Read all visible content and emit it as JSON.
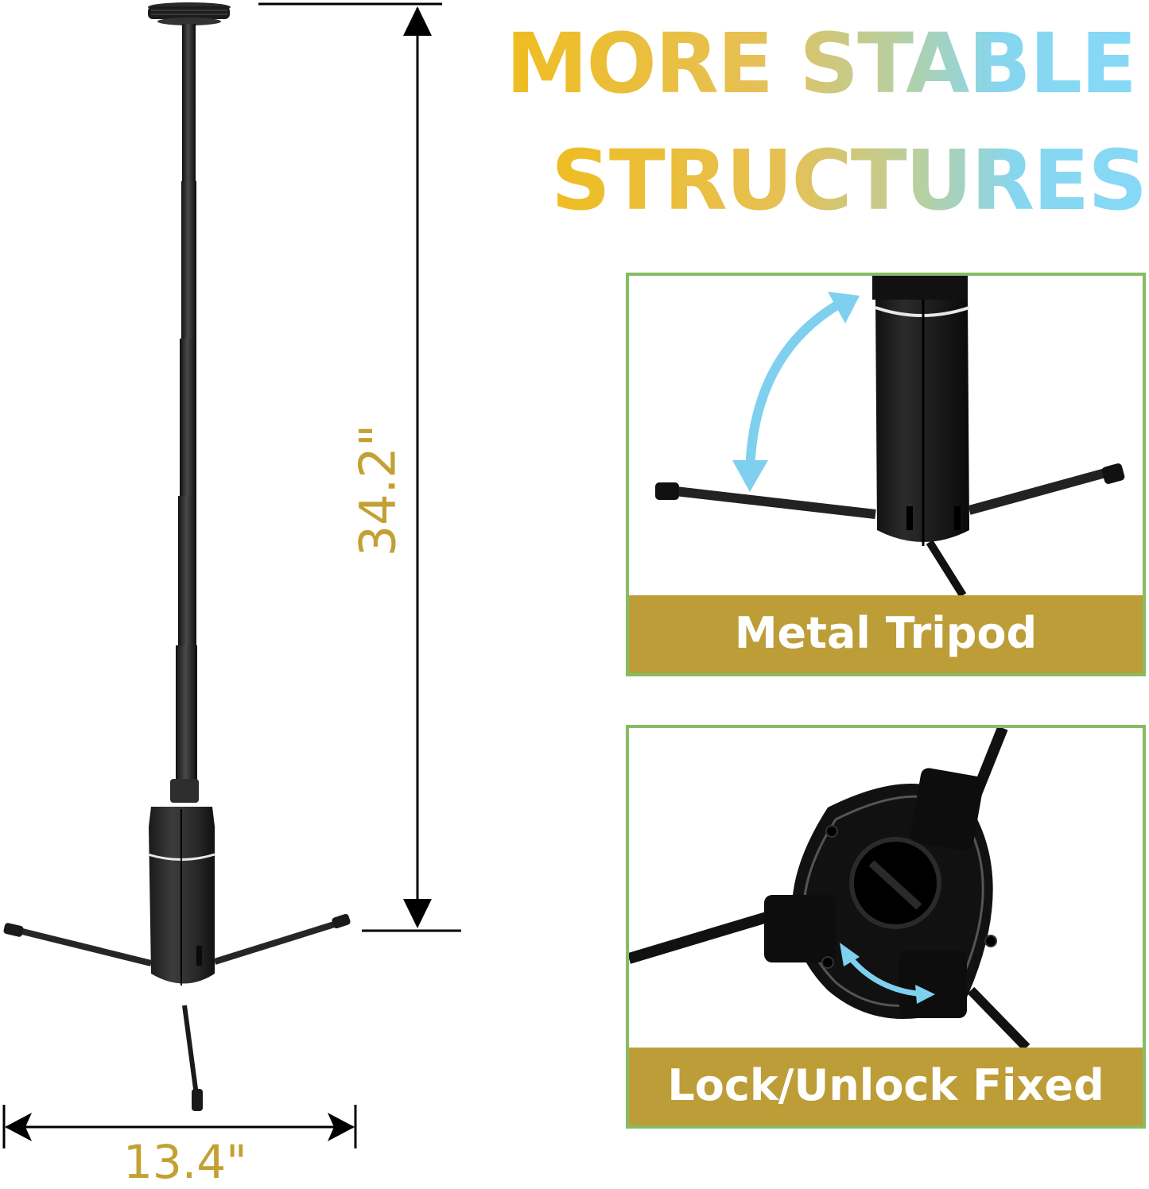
{
  "headline": {
    "line1": "MORE STABLE",
    "line2": "STRUCTURES",
    "gradient": [
      "#efbd22",
      "#e6c055",
      "#b8cfa0",
      "#87d6ef",
      "#86d9f7"
    ]
  },
  "dimensions": {
    "height_label": "34.2\"",
    "width_label": "13.4\"",
    "label_color": "#c3a033"
  },
  "panels": [
    {
      "caption": "Metal Tripod",
      "border_color": "#86bd63",
      "caption_bg": "#bd9d37"
    },
    {
      "caption": "Lock/Unlock Fixed",
      "border_color": "#86bd63",
      "caption_bg": "#bd9d37"
    }
  ],
  "icons": {
    "rotate_arrow": "curved-double-arrow",
    "arrow_color": "#7fd0ee"
  }
}
